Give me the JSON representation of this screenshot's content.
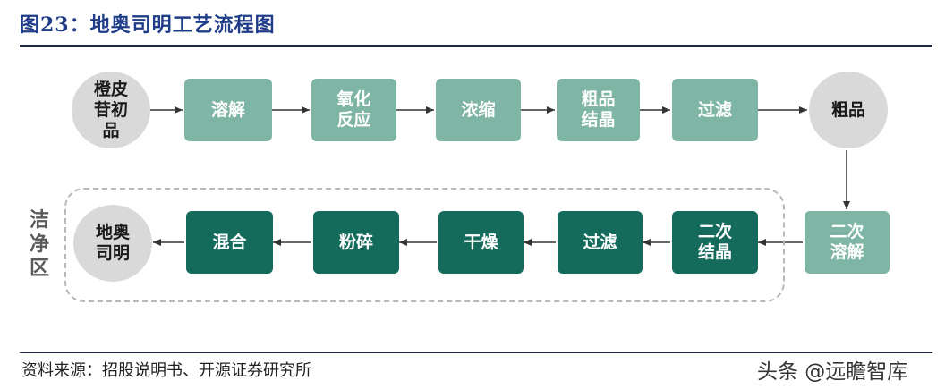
{
  "figure_title": "图23：地奥司明工艺流程图",
  "source": "资料来源：招股说明书、开源证券研究所",
  "watermark": "头条 @远瞻智库",
  "zone_label": "洁\n净\n区",
  "nodes": {
    "start": "橙皮\n苷初\n品",
    "dissolve": "溶解",
    "oxidation": "氧化\n反应",
    "concentrate": "浓缩",
    "crude_crystal": "粗品\n结晶",
    "filter1": "过滤",
    "crude": "粗品",
    "redissolve": "二次\n溶解",
    "recrystal": "二次\n结晶",
    "filter2": "过滤",
    "dry": "干燥",
    "crush": "粉碎",
    "mix": "混合",
    "end": "地奥\n司明"
  },
  "colors": {
    "light_box": "#7fb5a5",
    "dark_box": "#146b5c",
    "circle": "#d9d9d9",
    "title": "#1f3c88"
  }
}
